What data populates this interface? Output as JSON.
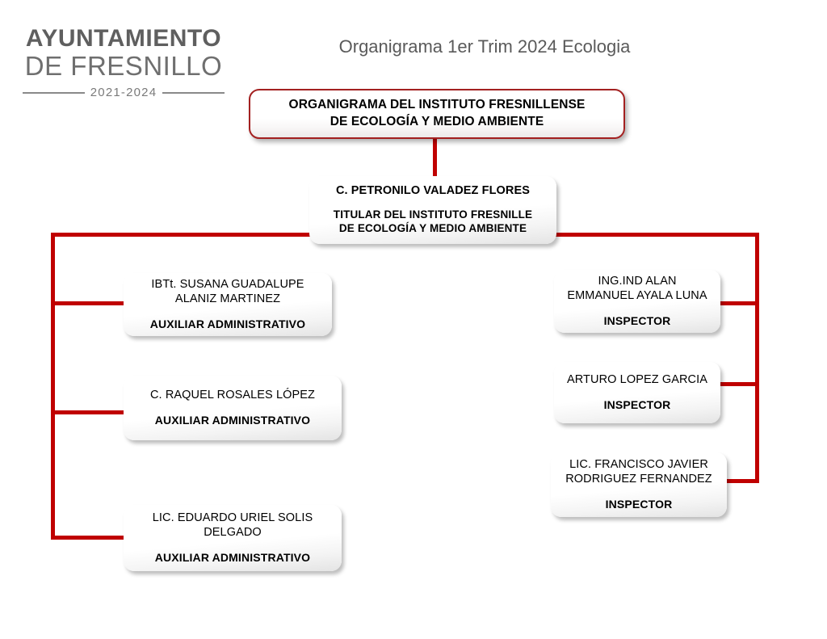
{
  "logo": {
    "line1": "AYUNTAMIENTO",
    "line2": "DE FRESNILLO",
    "years": "2021-2024"
  },
  "slide": {
    "title": "Organigrama 1er Trim 2024 Ecologia"
  },
  "colors": {
    "connector_red": "#C00000",
    "root_border_red": "#A32020",
    "title_gray": "#5A5A5A"
  },
  "chart_data": {
    "type": "org-chart",
    "orientation": "vertical-with-side-branches",
    "root": {
      "title_line_1": "ORGANIGRAMA DEL INSTITUTO FRESNILLENSE",
      "title_line_2": "DE ECOLOGÍA Y MEDIO AMBIENTE"
    },
    "chief": {
      "name": "C. PETRONILO VALADEZ FLORES",
      "role_line_1": "TITULAR DEL INSTITUTO FRESNILLE",
      "role_line_2": "DE ECOLOGÍA Y MEDIO AMBIENTE"
    },
    "left_branch": [
      {
        "name_line_1": "IBTt. SUSANA GUADALUPE",
        "name_line_2": "ALANIZ MARTINEZ",
        "role": "AUXILIAR ADMINISTRATIVO"
      },
      {
        "name_line_1": "C. RAQUEL ROSALES LÓPEZ",
        "name_line_2": "",
        "role": "AUXILIAR ADMINISTRATIVO"
      },
      {
        "name_line_1": "LIC. EDUARDO URIEL SOLIS",
        "name_line_2": "DELGADO",
        "role": "AUXILIAR ADMINISTRATIVO"
      }
    ],
    "right_branch": [
      {
        "name_line_1": "ING.IND ALAN",
        "name_line_2": "EMMANUEL AYALA LUNA",
        "role": "INSPECTOR"
      },
      {
        "name_line_1": "ARTURO LOPEZ GARCIA",
        "name_line_2": "",
        "role": "INSPECTOR"
      },
      {
        "name_line_1": "LIC. FRANCISCO JAVIER",
        "name_line_2": "RODRIGUEZ FERNANDEZ",
        "role": "INSPECTOR"
      }
    ]
  }
}
